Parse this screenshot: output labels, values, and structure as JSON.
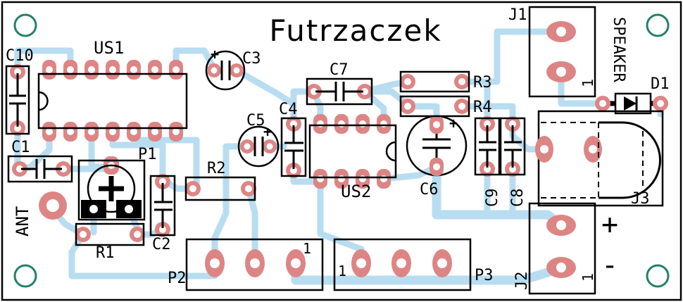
{
  "title": "Futrzaczek",
  "refdes": {
    "us1": "US1",
    "us2": "US2",
    "c1": "C1",
    "c2": "C2",
    "c3": "C3",
    "c4": "C4",
    "c5": "C5",
    "c6": "C6",
    "c7": "C7",
    "c8": "C8",
    "c9": "C9",
    "c10": "C10",
    "r1": "R1",
    "r2": "R2",
    "r3": "R3",
    "r4": "R4",
    "p1": "P1",
    "p2": "P2",
    "p3": "P3",
    "j1": "J1",
    "j2": "J2",
    "j3": "J3",
    "d1": "D1"
  },
  "texts": {
    "ant": "ANT",
    "speaker": "SPEAKER",
    "plus": "+",
    "minus": "-",
    "pin1": "1",
    "cap_polarity": "+"
  },
  "colors": {
    "trace": "#b8ddf1",
    "pad": "#dd8585",
    "silkscreen": "#000000",
    "drill_ring": "#23806c",
    "board": "#ffffff"
  }
}
